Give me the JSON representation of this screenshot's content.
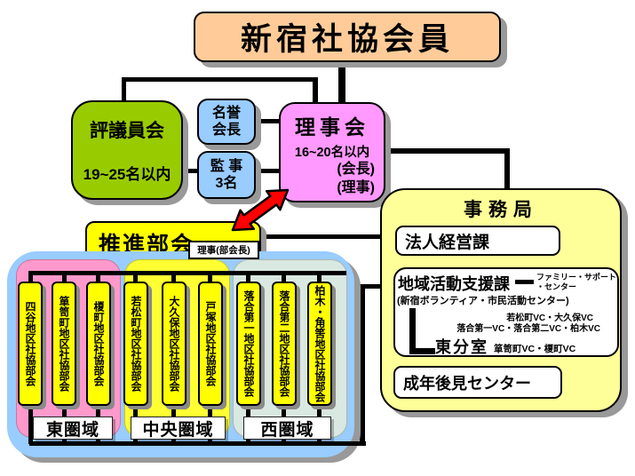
{
  "member_box": {
    "label": "新宿社協会員"
  },
  "council_box": {
    "title": "評議員会",
    "size": "19~25名以内"
  },
  "honorary_chair_box": {
    "line1": "名誉",
    "line2": "会長"
  },
  "auditor_box": {
    "line1": "監 事",
    "line2": "3名"
  },
  "board_box": {
    "title": "理事会",
    "size": "16~20名以内",
    "note1": "(会長)",
    "note2": "(理事)"
  },
  "promotion_box": {
    "title": "推進部会",
    "badge": "理事(部会長)"
  },
  "office": {
    "title": "事務局",
    "corporate_dept": "法人経営課",
    "community_dept": {
      "title": "地域活動支援課",
      "family_support_line1": "ファミリー・サポート",
      "family_support_line2": "・センター",
      "subtitle": "(新宿ボランティア・市民活動センター)",
      "vc_group1": "若松町VC・大久保VC",
      "vc_group2": "落合第一VC・落合第二VC・柏木VC",
      "east_branch": "東分室",
      "vc_group3": "箪笥町VC・榎町VC"
    },
    "guardian_center": "成年後見センター"
  },
  "areas": [
    {
      "label": "東圏域",
      "districts": [
        "四谷地区社協部会",
        "箪笥町地区社協部会",
        "榎町地区社協部会"
      ]
    },
    {
      "label": "中央圏域",
      "districts": [
        "若松町地区社協部会",
        "大久保地区社協部会",
        "戸塚地区社協部会"
      ]
    },
    {
      "label": "西圏域",
      "districts": [
        "落合第一地区社協部会",
        "落合第二地区社協部会",
        "柏木・角筈地区社協部会"
      ]
    }
  ],
  "colors": {
    "member_box": "#FFCC99",
    "council_box": "#99CC00",
    "honorary_auditor_box": "#99CCFF",
    "board_box": "#FF99FF",
    "office_panel": "#FFFF99",
    "promotion_box": "#FFFF00",
    "area_panel": "#99CCFF",
    "east_container": "#FF99CC",
    "central_container": "#FFFF33",
    "west_container": "#D9E8E0",
    "district_box": "#FFFF00",
    "connector": "#000000",
    "arrow": "#FF0000"
  }
}
